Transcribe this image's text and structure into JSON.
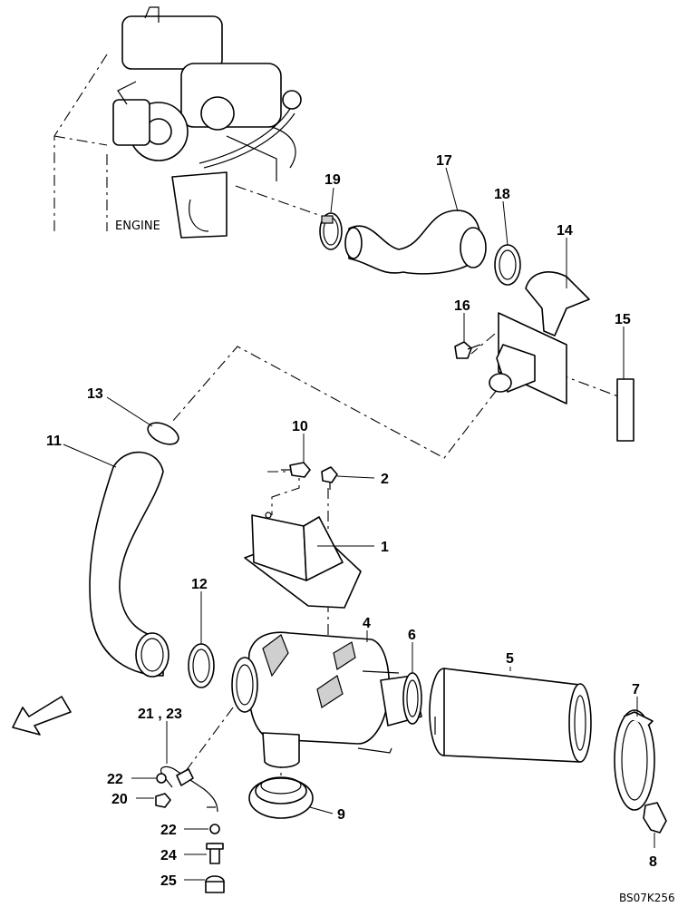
{
  "engine_label": "ENGINE",
  "drawing_code": "BS07K256",
  "callouts": {
    "p1": "1",
    "p2": "2",
    "p4": "4",
    "p5": "5",
    "p6": "6",
    "p7": "7",
    "p8": "8",
    "p9": "9",
    "p10": "10",
    "p11": "11",
    "p12": "12",
    "p13": "13",
    "p14": "14",
    "p15": "15",
    "p16": "16",
    "p17": "17",
    "p18": "18",
    "p19": "19",
    "p20": "20",
    "p21_23": "21 , 23",
    "p22a": "22",
    "p22b": "22",
    "p24": "24",
    "p25": "25"
  },
  "icons": {
    "direction_arrow": "front-direction-arrow-icon"
  }
}
